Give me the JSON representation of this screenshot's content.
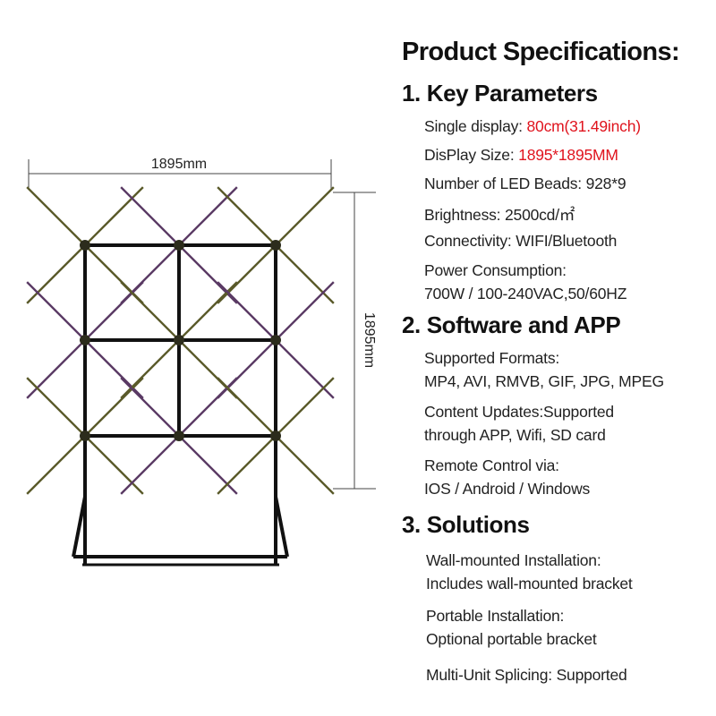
{
  "diagram": {
    "width_label": "1895mm",
    "height_label": "1895mm"
  },
  "specs": {
    "title": "Product Specifications:",
    "sections": [
      {
        "heading": "1. Key Parameters",
        "lines": [
          {
            "label": "Single display: ",
            "value": "80cm(31.49inch)"
          },
          {
            "label": "DisPlay Size: ",
            "value": "1895*1895MM"
          },
          {
            "text": "Number of LED Beads: 928*9"
          },
          {
            "text": "Brightness: 2500cd/㎡"
          },
          {
            "text": "Connectivity: WIFI/Bluetooth"
          },
          {
            "text": "Power Consumption:"
          },
          {
            "text": "700W / 100-240VAC,50/60HZ"
          }
        ]
      },
      {
        "heading": "2. Software and APP",
        "lines": [
          {
            "text": "Supported Formats:"
          },
          {
            "text": "MP4, AVI, RMVB, GIF, JPG, MPEG"
          },
          {
            "text": "Content Updates:Supported"
          },
          {
            "text": "through APP, Wifi, SD card"
          },
          {
            "text": "Remote Control via:"
          },
          {
            "text": "IOS / Android / Windows"
          }
        ]
      },
      {
        "heading": "3. Solutions",
        "lines": [
          {
            "text": "Wall-mounted Installation:"
          },
          {
            "text": "Includes wall-mounted bracket"
          },
          {
            "text": "Portable Installation:"
          },
          {
            "text": "Optional portable bracket"
          },
          {
            "text": "Multi-Unit Splicing: Supported"
          }
        ]
      }
    ]
  },
  "colors": {
    "highlight": "#e0141e",
    "blade_olive": "#5a5a2a",
    "blade_purple": "#5a3a64",
    "frame": "#111111"
  }
}
